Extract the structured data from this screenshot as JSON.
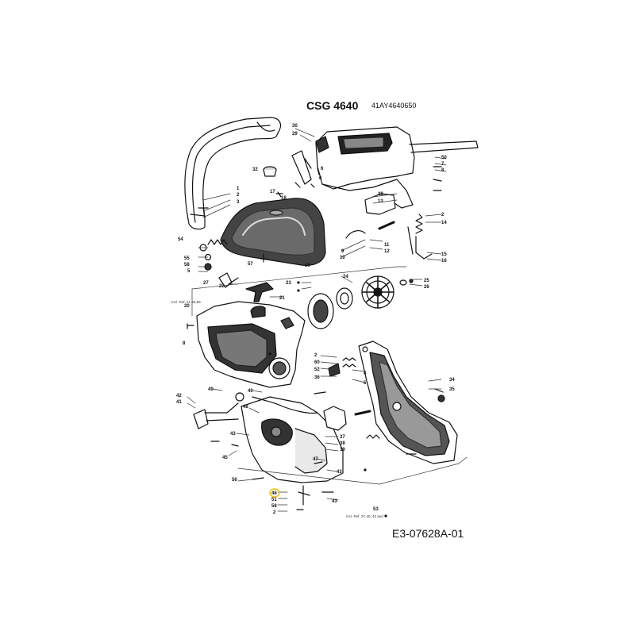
{
  "header": {
    "title": "CSG 4640",
    "model": "41AY4640650"
  },
  "footer": {
    "ref": "E3-07628A-01"
  },
  "notes": {
    "n20": "Incl. Ref. 21-26,56",
    "n53": "Incl. Ref. 37-40, 43 and"
  },
  "labels": [
    {
      "id": "30",
      "t": "30"
    },
    {
      "id": "29",
      "t": "29"
    },
    {
      "id": "6a",
      "t": "6"
    },
    {
      "id": "50",
      "t": "50"
    },
    {
      "id": "7",
      "t": "7"
    },
    {
      "id": "8a",
      "t": "8"
    },
    {
      "id": "32",
      "t": "32"
    },
    {
      "id": "1",
      "t": "1"
    },
    {
      "id": "2a",
      "t": "2"
    },
    {
      "id": "3",
      "t": "3"
    },
    {
      "id": "17",
      "t": "17"
    },
    {
      "id": "18",
      "t": "18"
    },
    {
      "id": "6b",
      "t": "6"
    },
    {
      "id": "28",
      "t": "28"
    },
    {
      "id": "13",
      "t": "13"
    },
    {
      "id": "2b",
      "t": "2"
    },
    {
      "id": "14",
      "t": "14"
    },
    {
      "id": "54",
      "t": "54"
    },
    {
      "id": "55",
      "t": "55"
    },
    {
      "id": "58a",
      "t": "58"
    },
    {
      "id": "5a",
      "t": "5"
    },
    {
      "id": "57",
      "t": "57"
    },
    {
      "id": "19",
      "t": "19"
    },
    {
      "id": "9",
      "t": "9"
    },
    {
      "id": "10",
      "t": "10"
    },
    {
      "id": "11",
      "t": "11"
    },
    {
      "id": "12",
      "t": "12"
    },
    {
      "id": "15",
      "t": "15"
    },
    {
      "id": "16",
      "t": "16"
    },
    {
      "id": "27",
      "t": "27"
    },
    {
      "id": "22",
      "t": "22"
    },
    {
      "id": "23",
      "t": "23"
    },
    {
      "id": "24",
      "t": "24"
    },
    {
      "id": "25",
      "t": "25"
    },
    {
      "id": "26",
      "t": "26"
    },
    {
      "id": "21",
      "t": "21"
    },
    {
      "id": "20",
      "t": "20"
    },
    {
      "id": "8b",
      "t": "8"
    },
    {
      "id": "2c",
      "t": "2"
    },
    {
      "id": "60",
      "t": "60"
    },
    {
      "id": "4",
      "t": "4"
    },
    {
      "id": "52",
      "t": "52"
    },
    {
      "id": "36",
      "t": "36"
    },
    {
      "id": "5b",
      "t": "5"
    },
    {
      "id": "34",
      "t": "34"
    },
    {
      "id": "35",
      "t": "35"
    },
    {
      "id": "49",
      "t": "49"
    },
    {
      "id": "40a",
      "t": "40"
    },
    {
      "id": "42",
      "t": "42"
    },
    {
      "id": "41",
      "t": "41"
    },
    {
      "id": "48",
      "t": "48"
    },
    {
      "id": "43a",
      "t": "43"
    },
    {
      "id": "45",
      "t": "45"
    },
    {
      "id": "37",
      "t": "37"
    },
    {
      "id": "38",
      "t": "38"
    },
    {
      "id": "39",
      "t": "39"
    },
    {
      "id": "47",
      "t": "47"
    },
    {
      "id": "43b",
      "t": "43"
    },
    {
      "id": "56",
      "t": "56"
    },
    {
      "id": "46",
      "t": "46"
    },
    {
      "id": "51",
      "t": "51"
    },
    {
      "id": "43c",
      "t": "43"
    },
    {
      "id": "58b",
      "t": "58"
    },
    {
      "id": "2d",
      "t": "2"
    },
    {
      "id": "53",
      "t": "53"
    }
  ]
}
